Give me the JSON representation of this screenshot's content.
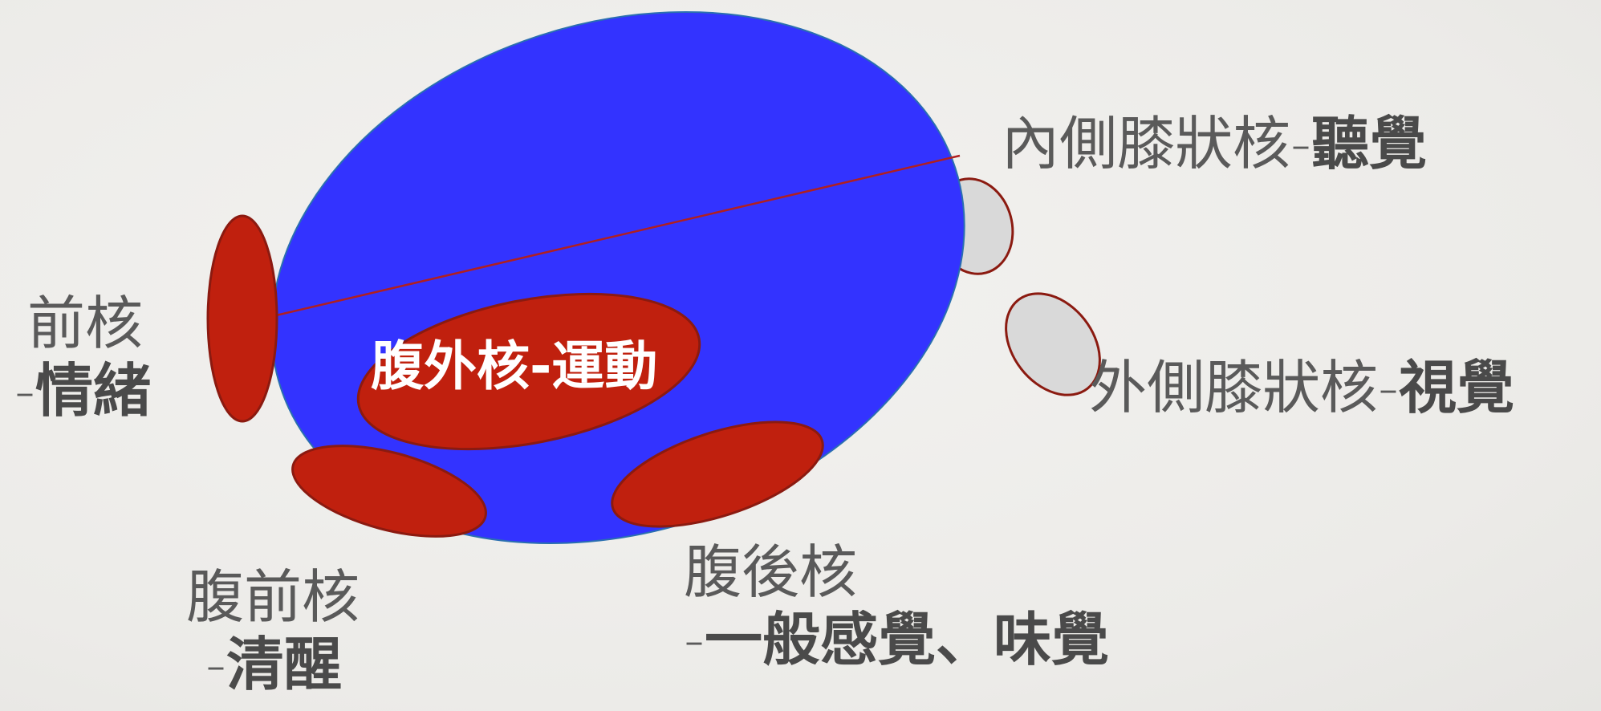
{
  "labels": {
    "anterior": {
      "line1": "前核",
      "dash": "-",
      "function": "情緒"
    },
    "ventral_anterior": {
      "line1": "腹前核",
      "dash": "-",
      "function": "清醒"
    },
    "ventral_posterior": {
      "line1": "腹後核",
      "dash": "-",
      "function": "一般感覺、味覺"
    },
    "ventral_lateral": {
      "text": "腹外核-運動"
    },
    "medial_geniculate": {
      "name": "內側膝狀核-",
      "function": "聽覺"
    },
    "lateral_geniculate": {
      "name": "外側膝狀核-",
      "function": "視覺"
    }
  },
  "colors": {
    "thalamus": "#3333ff",
    "nucleus_red": "#c0200e",
    "nucleus_outline": "#8b1a10",
    "geniculate_fill": "#d9d9d9",
    "divider_line": "#b02020",
    "outline_blue": "#2a6fb0"
  }
}
